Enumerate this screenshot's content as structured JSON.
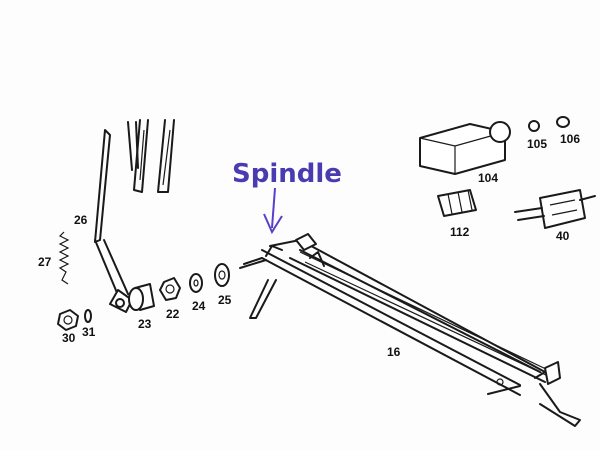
{
  "annotation": {
    "text": "Spindle",
    "color": "#4b3bb0"
  },
  "labels": {
    "p26": "26",
    "p27": "27",
    "p30": "30",
    "p31": "31",
    "p23": "23",
    "p22": "22",
    "p24": "24",
    "p25": "25",
    "p16": "16",
    "p104": "104",
    "p105": "105",
    "p106": "106",
    "p112": "112",
    "p40": "40"
  }
}
